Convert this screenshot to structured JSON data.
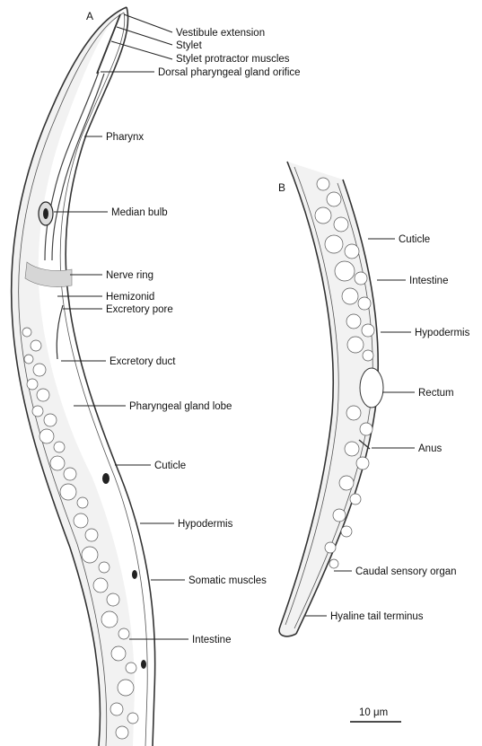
{
  "panels": {
    "a": "A",
    "b": "B"
  },
  "labels_a": {
    "vestibule_extension": "Vestibule extension",
    "stylet": "Stylet",
    "stylet_protractor_muscles": "Stylet protractor muscles",
    "dorsal_pharyngeal_gland_orifice": "Dorsal pharyngeal gland orifice",
    "pharynx": "Pharynx",
    "median_bulb": "Median bulb",
    "nerve_ring": "Nerve ring",
    "hemizonid": "Hemizonid",
    "excretory_pore": "Excretory pore",
    "excretory_duct": "Excretory duct",
    "pharyngeal_gland_lobe": "Pharyngeal gland lobe",
    "cuticle": "Cuticle",
    "hypodermis": "Hypodermis",
    "somatic_muscles": "Somatic muscles",
    "intestine": "Intestine"
  },
  "labels_b": {
    "cuticle": "Cuticle",
    "intestine": "Intestine",
    "hypodermis": "Hypodermis",
    "rectum": "Rectum",
    "anus": "Anus",
    "caudal_sensory_organ": "Caudal sensory organ",
    "hyaline_tail_terminus": "Hyaline tail terminus"
  },
  "scale_bar": {
    "label": "10 μm"
  },
  "colors": {
    "ink": "#111111",
    "body_fill": "#f2f2f2"
  }
}
